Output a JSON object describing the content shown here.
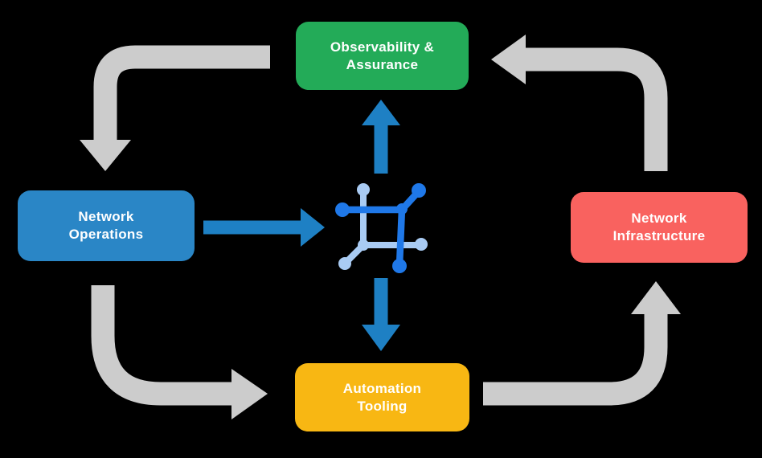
{
  "diagram": {
    "background_color": "#000000",
    "text_color": "#FFFFFF",
    "nodes": [
      {
        "id": "observability-assurance",
        "label": "Observability & Assurance",
        "lines": [
          "Observability &",
          "Assurance"
        ],
        "color": "#23AB58"
      },
      {
        "id": "network-operations",
        "label": "Network Operations",
        "lines": [
          "Network",
          "Operations"
        ],
        "color": "#2A86C6"
      },
      {
        "id": "network-infrastructure",
        "label": "Network Infrastructure",
        "lines": [
          "Network",
          "Infrastructure"
        ],
        "color": "#F9625F"
      },
      {
        "id": "automation-tooling",
        "label": "Automation Tooling",
        "lines": [
          "Automation",
          "Tooling"
        ],
        "color": "#F8B713"
      }
    ],
    "center_icon": {
      "name": "network-fabric-icon",
      "primary_color": "#1F78E8",
      "secondary_color": "#A9CBF3"
    },
    "cycle_arrows": {
      "color": "#CCCCCC",
      "connections": [
        {
          "from": "observability-assurance",
          "to": "network-operations"
        },
        {
          "from": "network-operations",
          "to": "automation-tooling"
        },
        {
          "from": "automation-tooling",
          "to": "network-infrastructure"
        },
        {
          "from": "network-infrastructure",
          "to": "observability-assurance"
        }
      ]
    },
    "hub_arrows": {
      "color": "#1E80C4",
      "connections": [
        {
          "from": "network-operations",
          "to": "center-icon"
        },
        {
          "from": "center-icon",
          "to": "observability-assurance"
        },
        {
          "from": "center-icon",
          "to": "automation-tooling"
        }
      ]
    }
  }
}
